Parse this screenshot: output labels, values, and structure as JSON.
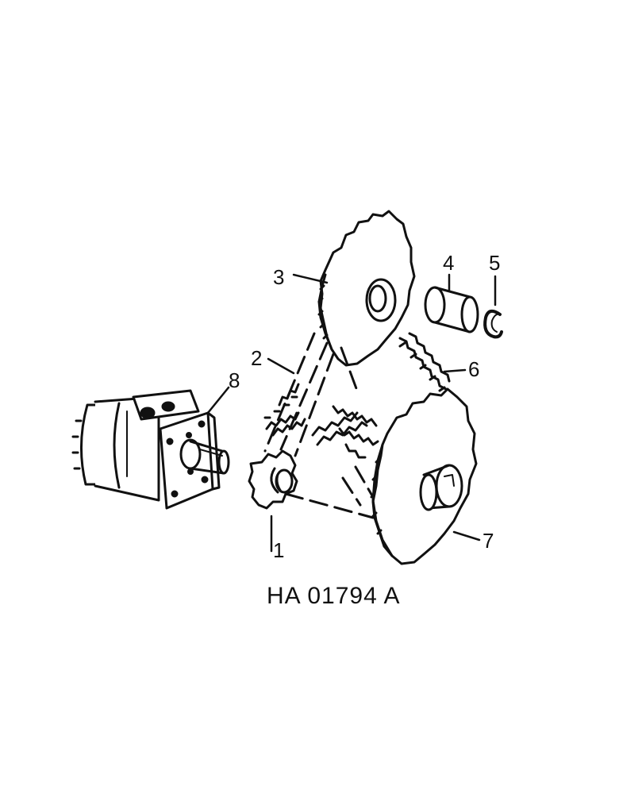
{
  "figure": {
    "reference": "HA 01794 A",
    "background": "#ffffff",
    "ink_color": "#111111"
  },
  "callouts": [
    "1",
    "2",
    "3",
    "4",
    "5",
    "6",
    "7",
    "8"
  ],
  "parts": [
    {
      "callout": "1",
      "icon": "small-drive-sprocket"
    },
    {
      "callout": "2",
      "icon": "drive-chain"
    },
    {
      "callout": "3",
      "icon": "large-driven-sprocket"
    },
    {
      "callout": "4",
      "icon": "bushing"
    },
    {
      "callout": "5",
      "icon": "snap-ring"
    },
    {
      "callout": "6",
      "icon": "roller-chain"
    },
    {
      "callout": "7",
      "icon": "large-sprocket-with-hub"
    },
    {
      "callout": "8",
      "icon": "hydraulic-motor"
    }
  ]
}
